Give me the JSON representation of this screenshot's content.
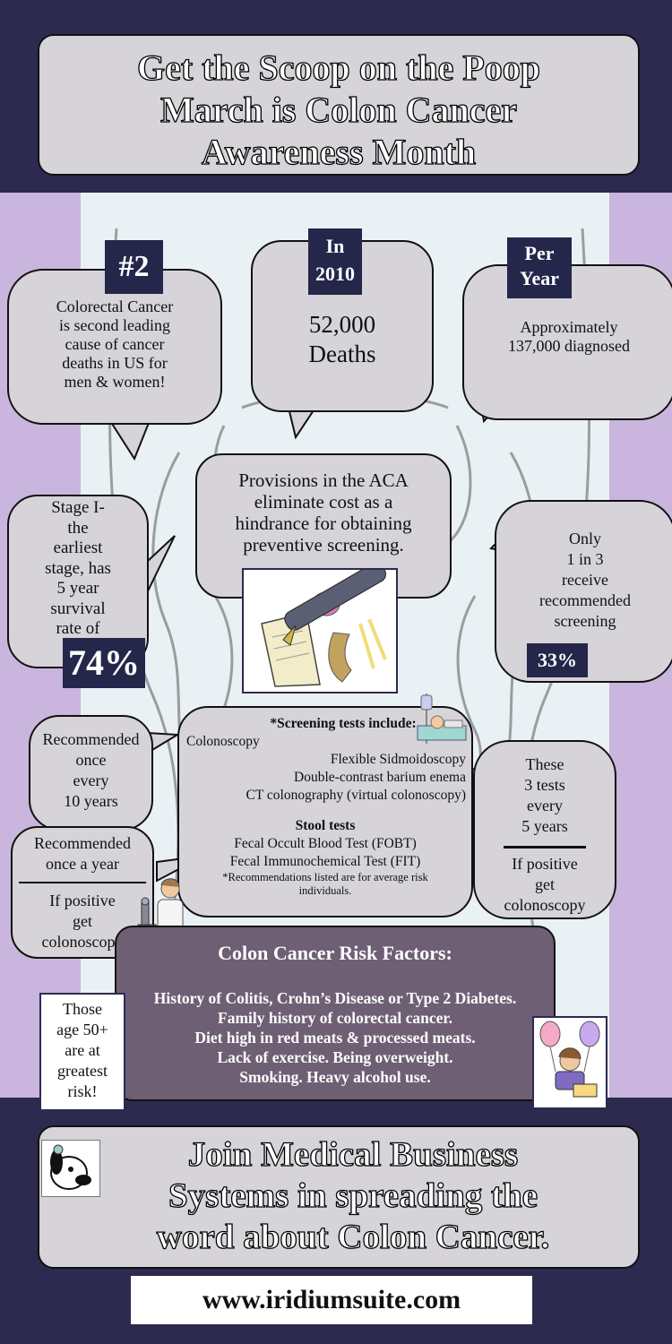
{
  "header": {
    "line1": "Get the Scoop on the Poop",
    "line2": "March is Colon Cancer",
    "line3": "Awareness Month"
  },
  "stat_rank": {
    "badge": "#2",
    "line1": "Colorectal Cancer",
    "line2": "is second leading",
    "line3": "cause of cancer",
    "line4": "deaths in US for",
    "line5": "men & women!"
  },
  "stat_deaths": {
    "badge1": "In",
    "badge2": "2010",
    "value": "52,000",
    "label": "Deaths"
  },
  "stat_diagnosed": {
    "badge1": "Per",
    "badge2": "Year",
    "line1": "Approximately",
    "line2": "137,000 diagnosed"
  },
  "aca": {
    "line1": "Provisions in the ACA",
    "line2": "eliminate cost as a",
    "line3": "hindrance for obtaining",
    "line4": "preventive screening."
  },
  "stage": {
    "line1": "Stage I-",
    "line2": "the",
    "line3": "earliest",
    "line4": "stage, has",
    "line5": "5 year",
    "line6": "survival",
    "line7": "rate of",
    "value": "74%"
  },
  "screen_rate": {
    "line1": "Only",
    "line2": "1 in 3",
    "line3": "receive",
    "line4": "recommended",
    "line5": "screening",
    "value": "33%"
  },
  "colonoscopy_freq": {
    "line1": "Recommended",
    "line2": "once",
    "line3": "every",
    "line4": "10 years"
  },
  "screening_tests": {
    "heading": "*Screening tests include:",
    "t1": "Colonoscopy",
    "t2": "Flexible Sidmoidoscopy",
    "t3": "Double-contrast barium enema",
    "t4": "CT colonography (virtual colonoscopy)",
    "stool_heading": "Stool tests",
    "s1": "Fecal Occult Blood Test (FOBT)",
    "s2": "Fecal Immunochemical Test (FIT)",
    "note1": "*Recommendations listed are for average risk",
    "note2": "individuals."
  },
  "three_tests": {
    "line1": "These",
    "line2": "3 tests",
    "line3": "every",
    "line4": "5 years",
    "pos1": "If positive",
    "pos2": "get",
    "pos3": "colonoscopy"
  },
  "yearly": {
    "line1": "Recommended",
    "line2": "once a year",
    "pos1": "If positive",
    "pos2": "get",
    "pos3": "colonoscopy"
  },
  "risk": {
    "title": "Colon Cancer Risk Factors:",
    "r1": "History of Colitis,  Crohn’s Disease or Type 2 Diabetes.",
    "r2": "Family  history of colorectal cancer.",
    "r3": "Diet high in red meats & processed meats.",
    "r4": "Lack of exercise.     Being overweight.",
    "r5": "Smoking.     Heavy alcohol use."
  },
  "age_note": {
    "line1": "Those",
    "line2": "age 50+",
    "line3": "are at",
    "line4": "greatest",
    "line5": "risk!"
  },
  "footer": {
    "line1": "Join Medical Business",
    "line2": "Systems in spreading the",
    "line3": "word about Colon Cancer.",
    "url": "www.iridiumsuite.com"
  },
  "colors": {
    "navy": "#24264a",
    "lavender": "#c9b5dd",
    "gray_box": "#d6d3d9",
    "risk_box": "#6e5f74"
  }
}
